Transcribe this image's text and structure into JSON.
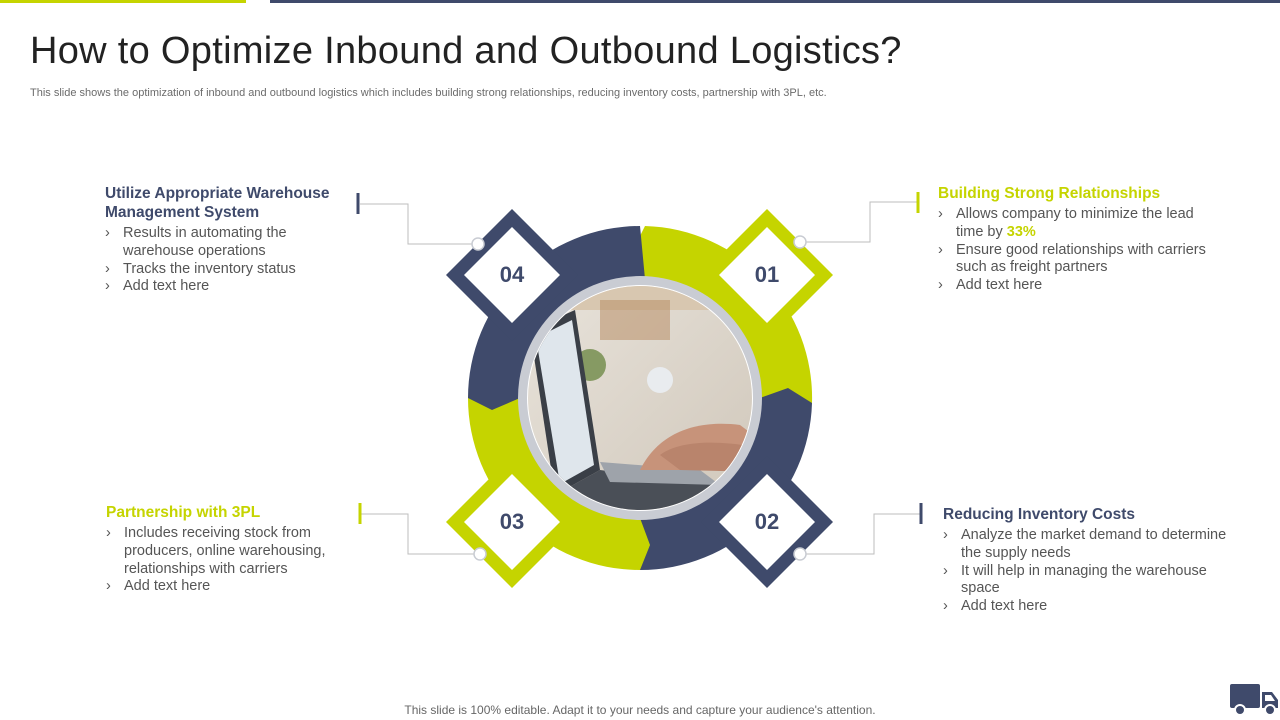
{
  "title": "How to Optimize Inbound and Outbound Logistics?",
  "subtitle": "This slide shows the optimization of inbound and outbound logistics which includes building strong relationships, reducing inventory costs, partnership with 3PL, etc.",
  "colors": {
    "lime": "#c5d400",
    "navy": "#3f4a6b",
    "ring": "#c9ccd3"
  },
  "steps": [
    {
      "num": "01",
      "heading": "Building Strong Relationships",
      "bullet1_pre": "Allows company to minimize the lead time by ",
      "bullet1_highlight": "33%",
      "bullet2": "Ensure good relationships with carriers such as freight partners",
      "bullet3": "Add text here"
    },
    {
      "num": "02",
      "heading": "Reducing Inventory Costs",
      "bullets": [
        "Analyze the market demand to determine the supply needs",
        "It will help in managing the warehouse space",
        "Add text here"
      ]
    },
    {
      "num": "03",
      "heading": "Partnership with 3PL",
      "bullets": [
        "Includes receiving stock from producers, online warehousing, relationships with carriers",
        "Add text here"
      ]
    },
    {
      "num": "04",
      "heading": "Utilize Appropriate Warehouse Management System",
      "bullets": [
        "Results in automating the warehouse operations",
        "Tracks the inventory status",
        "Add text here"
      ]
    }
  ],
  "center_image": "laptop-typing-photo",
  "footer": "This slide is 100% editable. Adapt it to your needs and capture your audience's attention.",
  "footer_icon": "delivery-truck-icon"
}
